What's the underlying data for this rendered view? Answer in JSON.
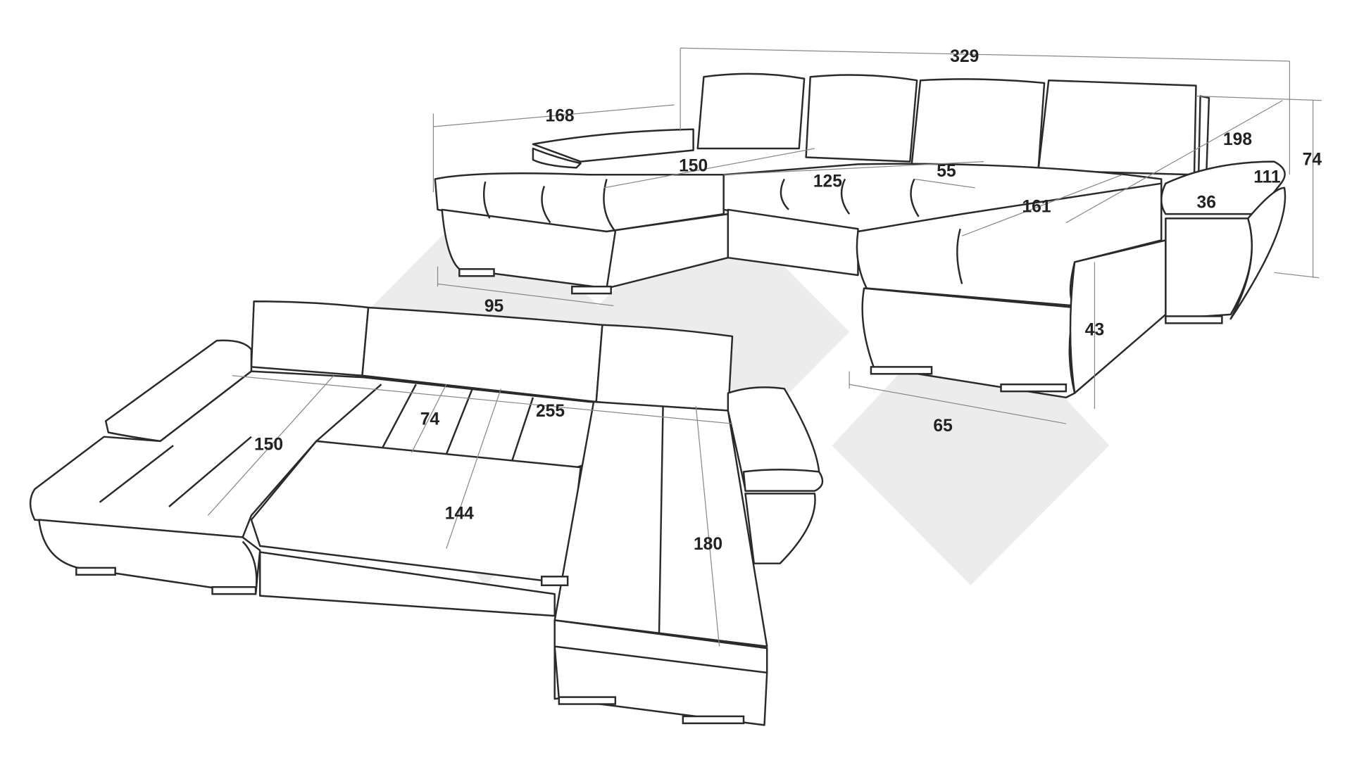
{
  "top_view": {
    "dimensions": {
      "total_width": "329",
      "left_chaise_length": "168",
      "left_seat_width": "150",
      "middle_seat_width": "125",
      "seat_depth_middle": "55",
      "right_chaise_width": "161",
      "right_chaise_length": "198",
      "height": "74",
      "armrest_depth": "111",
      "armrest_width": "36",
      "left_depth": "95",
      "seat_height": "43",
      "chaise_depth": "65"
    }
  },
  "bed_view": {
    "dimensions": {
      "bed_width": "255",
      "left_width": "150",
      "backrest_depth": "74",
      "bed_depth": "144",
      "chaise_length": "180"
    }
  }
}
